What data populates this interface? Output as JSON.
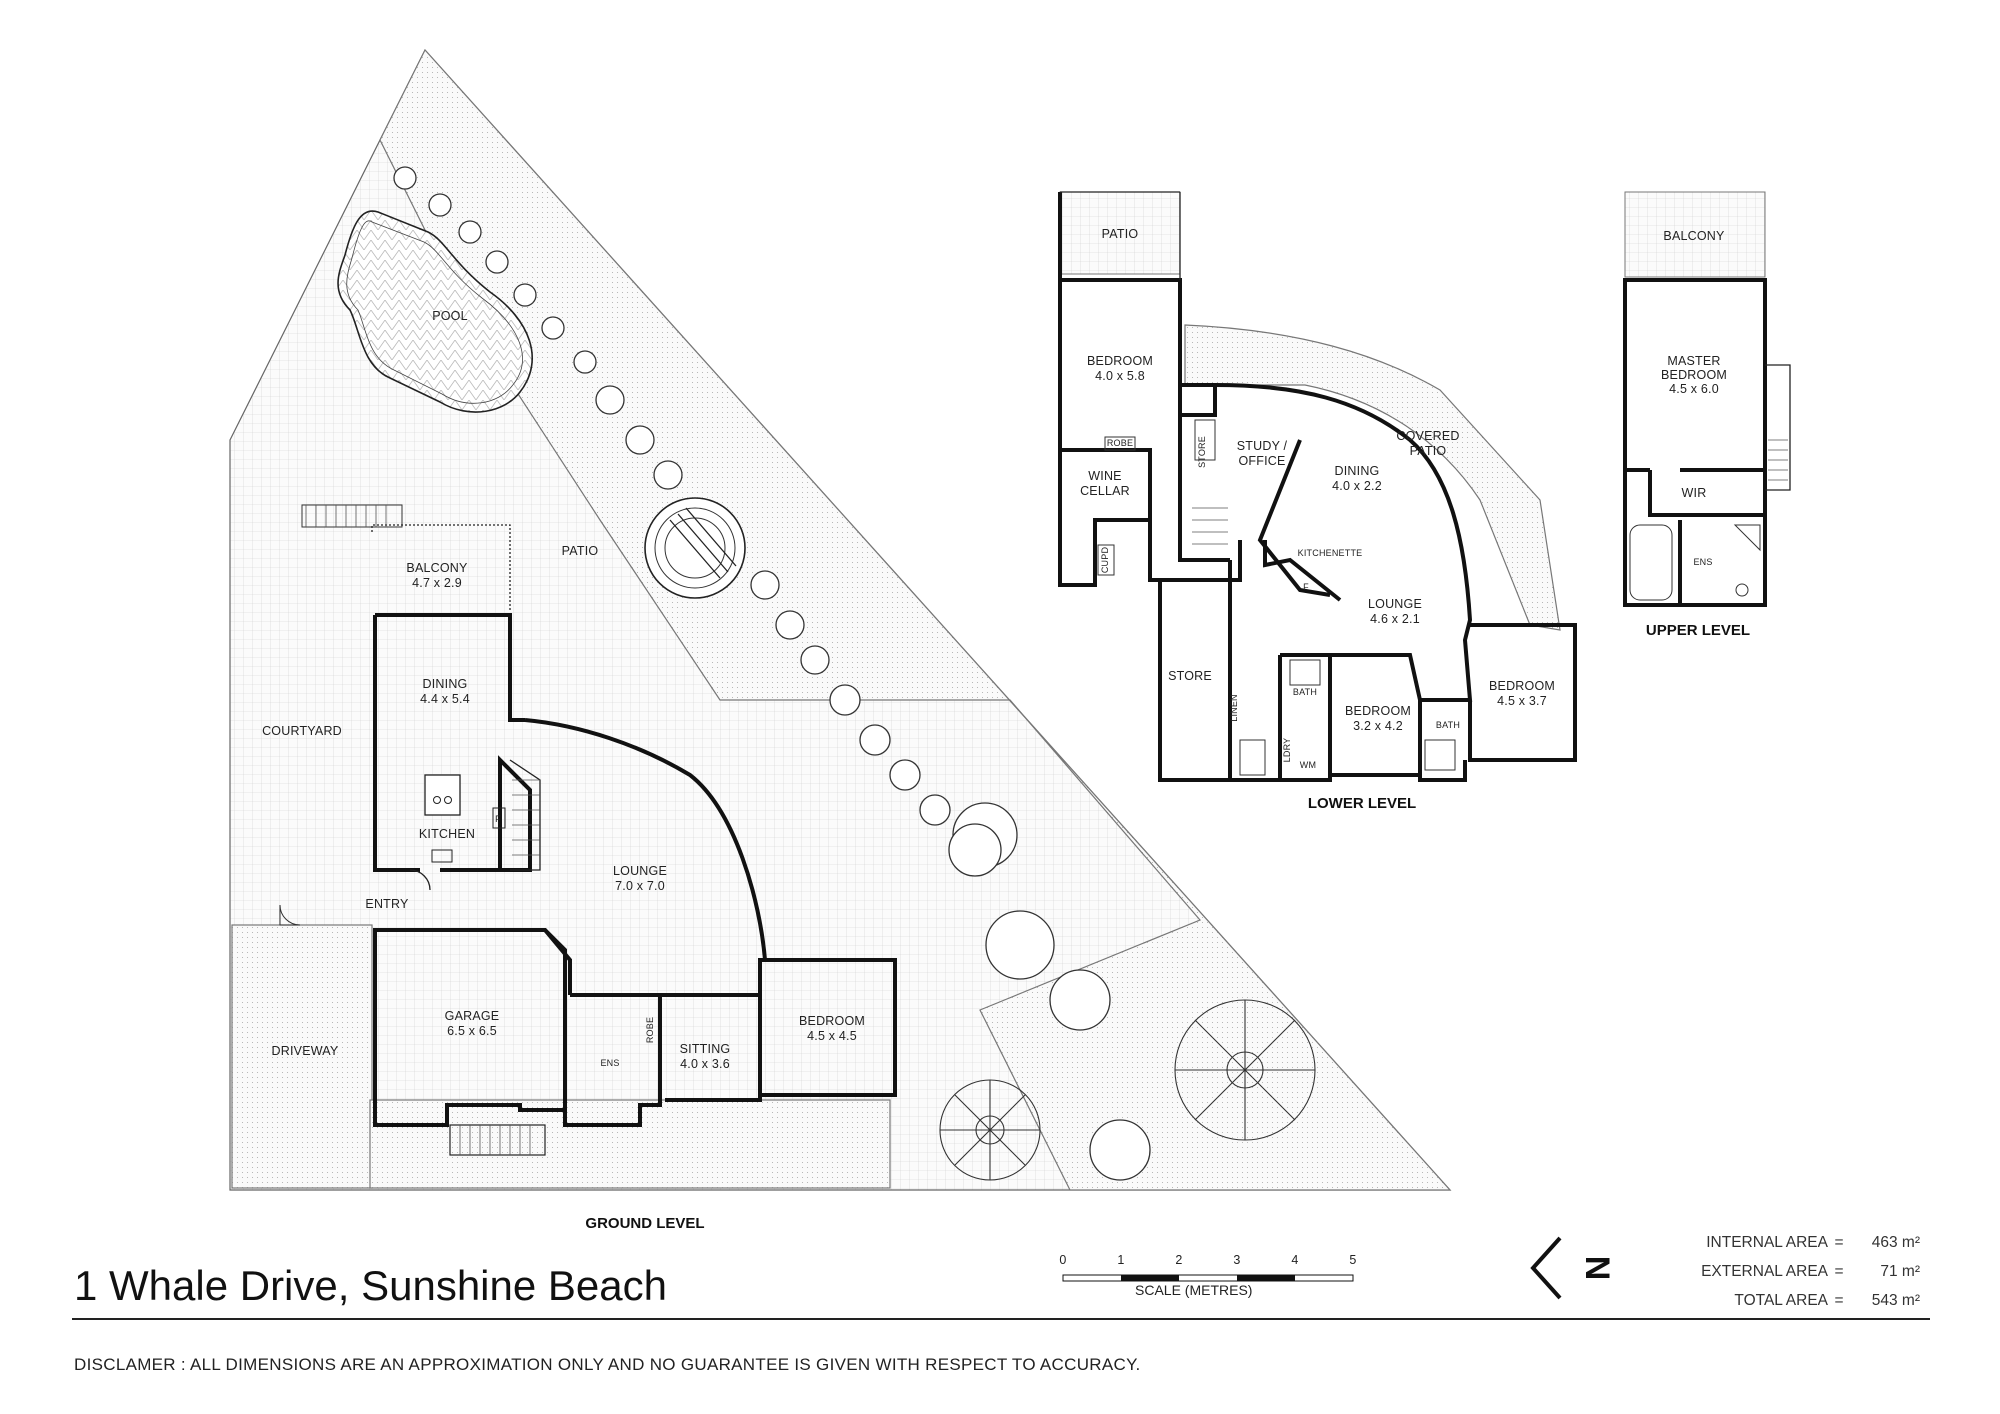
{
  "title": "1 Whale Drive, Sunshine Beach",
  "disclaimer": "DISCLAMER : ALL DIMENSIONS ARE AN APPROXIMATION ONLY AND NO GUARANTEE IS GIVEN WITH RESPECT TO ACCURACY.",
  "levels": {
    "ground": "GROUND LEVEL",
    "lower": "LOWER LEVEL",
    "upper": "UPPER LEVEL"
  },
  "ground_rooms": {
    "pool": "POOL",
    "patio": "PATIO",
    "balcony": "BALCONY",
    "balcony_dim": "4.7 x 2.9",
    "courtyard": "COURTYARD",
    "dining": "DINING",
    "dining_dim": "4.4 x 5.4",
    "kitchen": "KITCHEN",
    "fridge": "F",
    "entry": "ENTRY",
    "lounge": "LOUNGE",
    "lounge_dim": "7.0 x 7.0",
    "garage": "GARAGE",
    "garage_dim": "6.5 x 6.5",
    "driveway": "DRIVEWAY",
    "ens": "ENS",
    "robe": "ROBE",
    "sitting": "SITTING",
    "sitting_dim": "4.0 x 3.6",
    "bedroom": "BEDROOM",
    "bedroom_dim": "4.5 x 4.5"
  },
  "lower_rooms": {
    "patio": "PATIO",
    "bedroom1": "BEDROOM",
    "bedroom1_dim": "4.0 x 5.8",
    "robe": "ROBE",
    "wine_cellar_1": "WINE",
    "wine_cellar_2": "CELLAR",
    "cupd": "CUPD",
    "store_small": "STORE",
    "study_1": "STUDY /",
    "study_2": "OFFICE",
    "dining": "DINING",
    "dining_dim": "4.0 x 2.2",
    "covered_patio_1": "COVERED",
    "covered_patio_2": "PATIO",
    "kitchenette": "KITCHENETTE",
    "fridge": "F",
    "lounge": "LOUNGE",
    "lounge_dim": "4.6 x 2.1",
    "store": "STORE",
    "linen": "LINEN",
    "bath1": "BATH",
    "bath2": "BATH",
    "laundry": "LDRY",
    "wm": "WM",
    "bedroom2": "BEDROOM",
    "bedroom2_dim": "3.2 x 4.2",
    "bedroom3": "BEDROOM",
    "bedroom3_dim": "4.5 x 3.7"
  },
  "upper_rooms": {
    "balcony": "BALCONY",
    "master_1": "MASTER",
    "master_2": "BEDROOM",
    "master_dim": "4.5 x 6.0",
    "wir": "WIR",
    "ens": "ENS"
  },
  "scale": {
    "label": "SCALE (METRES)",
    "ticks": [
      "0",
      "1",
      "2",
      "3",
      "4",
      "5"
    ]
  },
  "north_letter": "N",
  "areas": [
    {
      "label": "INTERNAL AREA",
      "value": "463 m²"
    },
    {
      "label": "EXTERNAL AREA",
      "value": "71 m²"
    },
    {
      "label": "TOTAL AREA",
      "value": "543 m²"
    }
  ]
}
